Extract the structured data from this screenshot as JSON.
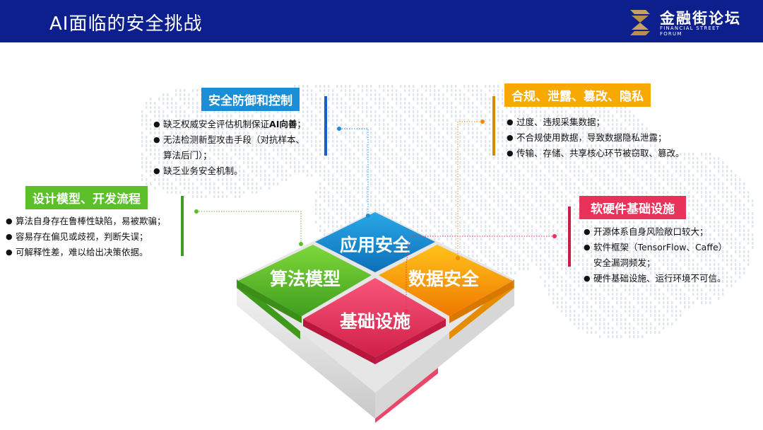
{
  "header": {
    "title": "AI面临的安全挑战",
    "logo_cn": "金融街论坛",
    "logo_en": "FINANCIAL STREET FORUM"
  },
  "colors": {
    "header_bg": "#0c1f8c",
    "blue": "#1a8fd8",
    "green": "#5cbf2a",
    "orange": "#f7a900",
    "red": "#e8325a"
  },
  "quadrants": {
    "top": "应用安全",
    "left": "算法模型",
    "right": "数据安全",
    "bottom": "基础设施"
  },
  "sections": {
    "defense": {
      "title": "安全防御和控制",
      "items": [
        {
          "text": "缺乏权威安全评估机制保证",
          "bold": "AI向善",
          "tail": "；"
        },
        {
          "text": "无法检测新型攻击手段（对抗样本、",
          "cont": "算法后门）；"
        },
        {
          "text": "缺乏业务安全机制。"
        }
      ]
    },
    "compliance": {
      "title": "合规、泄露、篡改、隐私",
      "items": [
        {
          "text": "过度、违规采集数据；"
        },
        {
          "text": "不合规使用数据，导致数据隐私泄露；"
        },
        {
          "text": "传输、存储、共享核心环节被窃取、篡改。"
        }
      ]
    },
    "design": {
      "title": "设计模型、开发流程",
      "items": [
        {
          "text": "算法自身存在鲁棒性缺陷，易被欺骗；"
        },
        {
          "text": "容易存在偏见或歧视，判断失误；"
        },
        {
          "text": "可解释性差，难以给出决策依据。"
        }
      ]
    },
    "infra": {
      "title": "软硬件基础设施",
      "items": [
        {
          "text": "开源体系自身风险敞口较大；"
        },
        {
          "text": "软件框架（TensorFlow、Caffe）",
          "cont": "安全漏洞频发；"
        },
        {
          "text": "硬件基础设施、运行环境不可信。"
        }
      ]
    }
  }
}
